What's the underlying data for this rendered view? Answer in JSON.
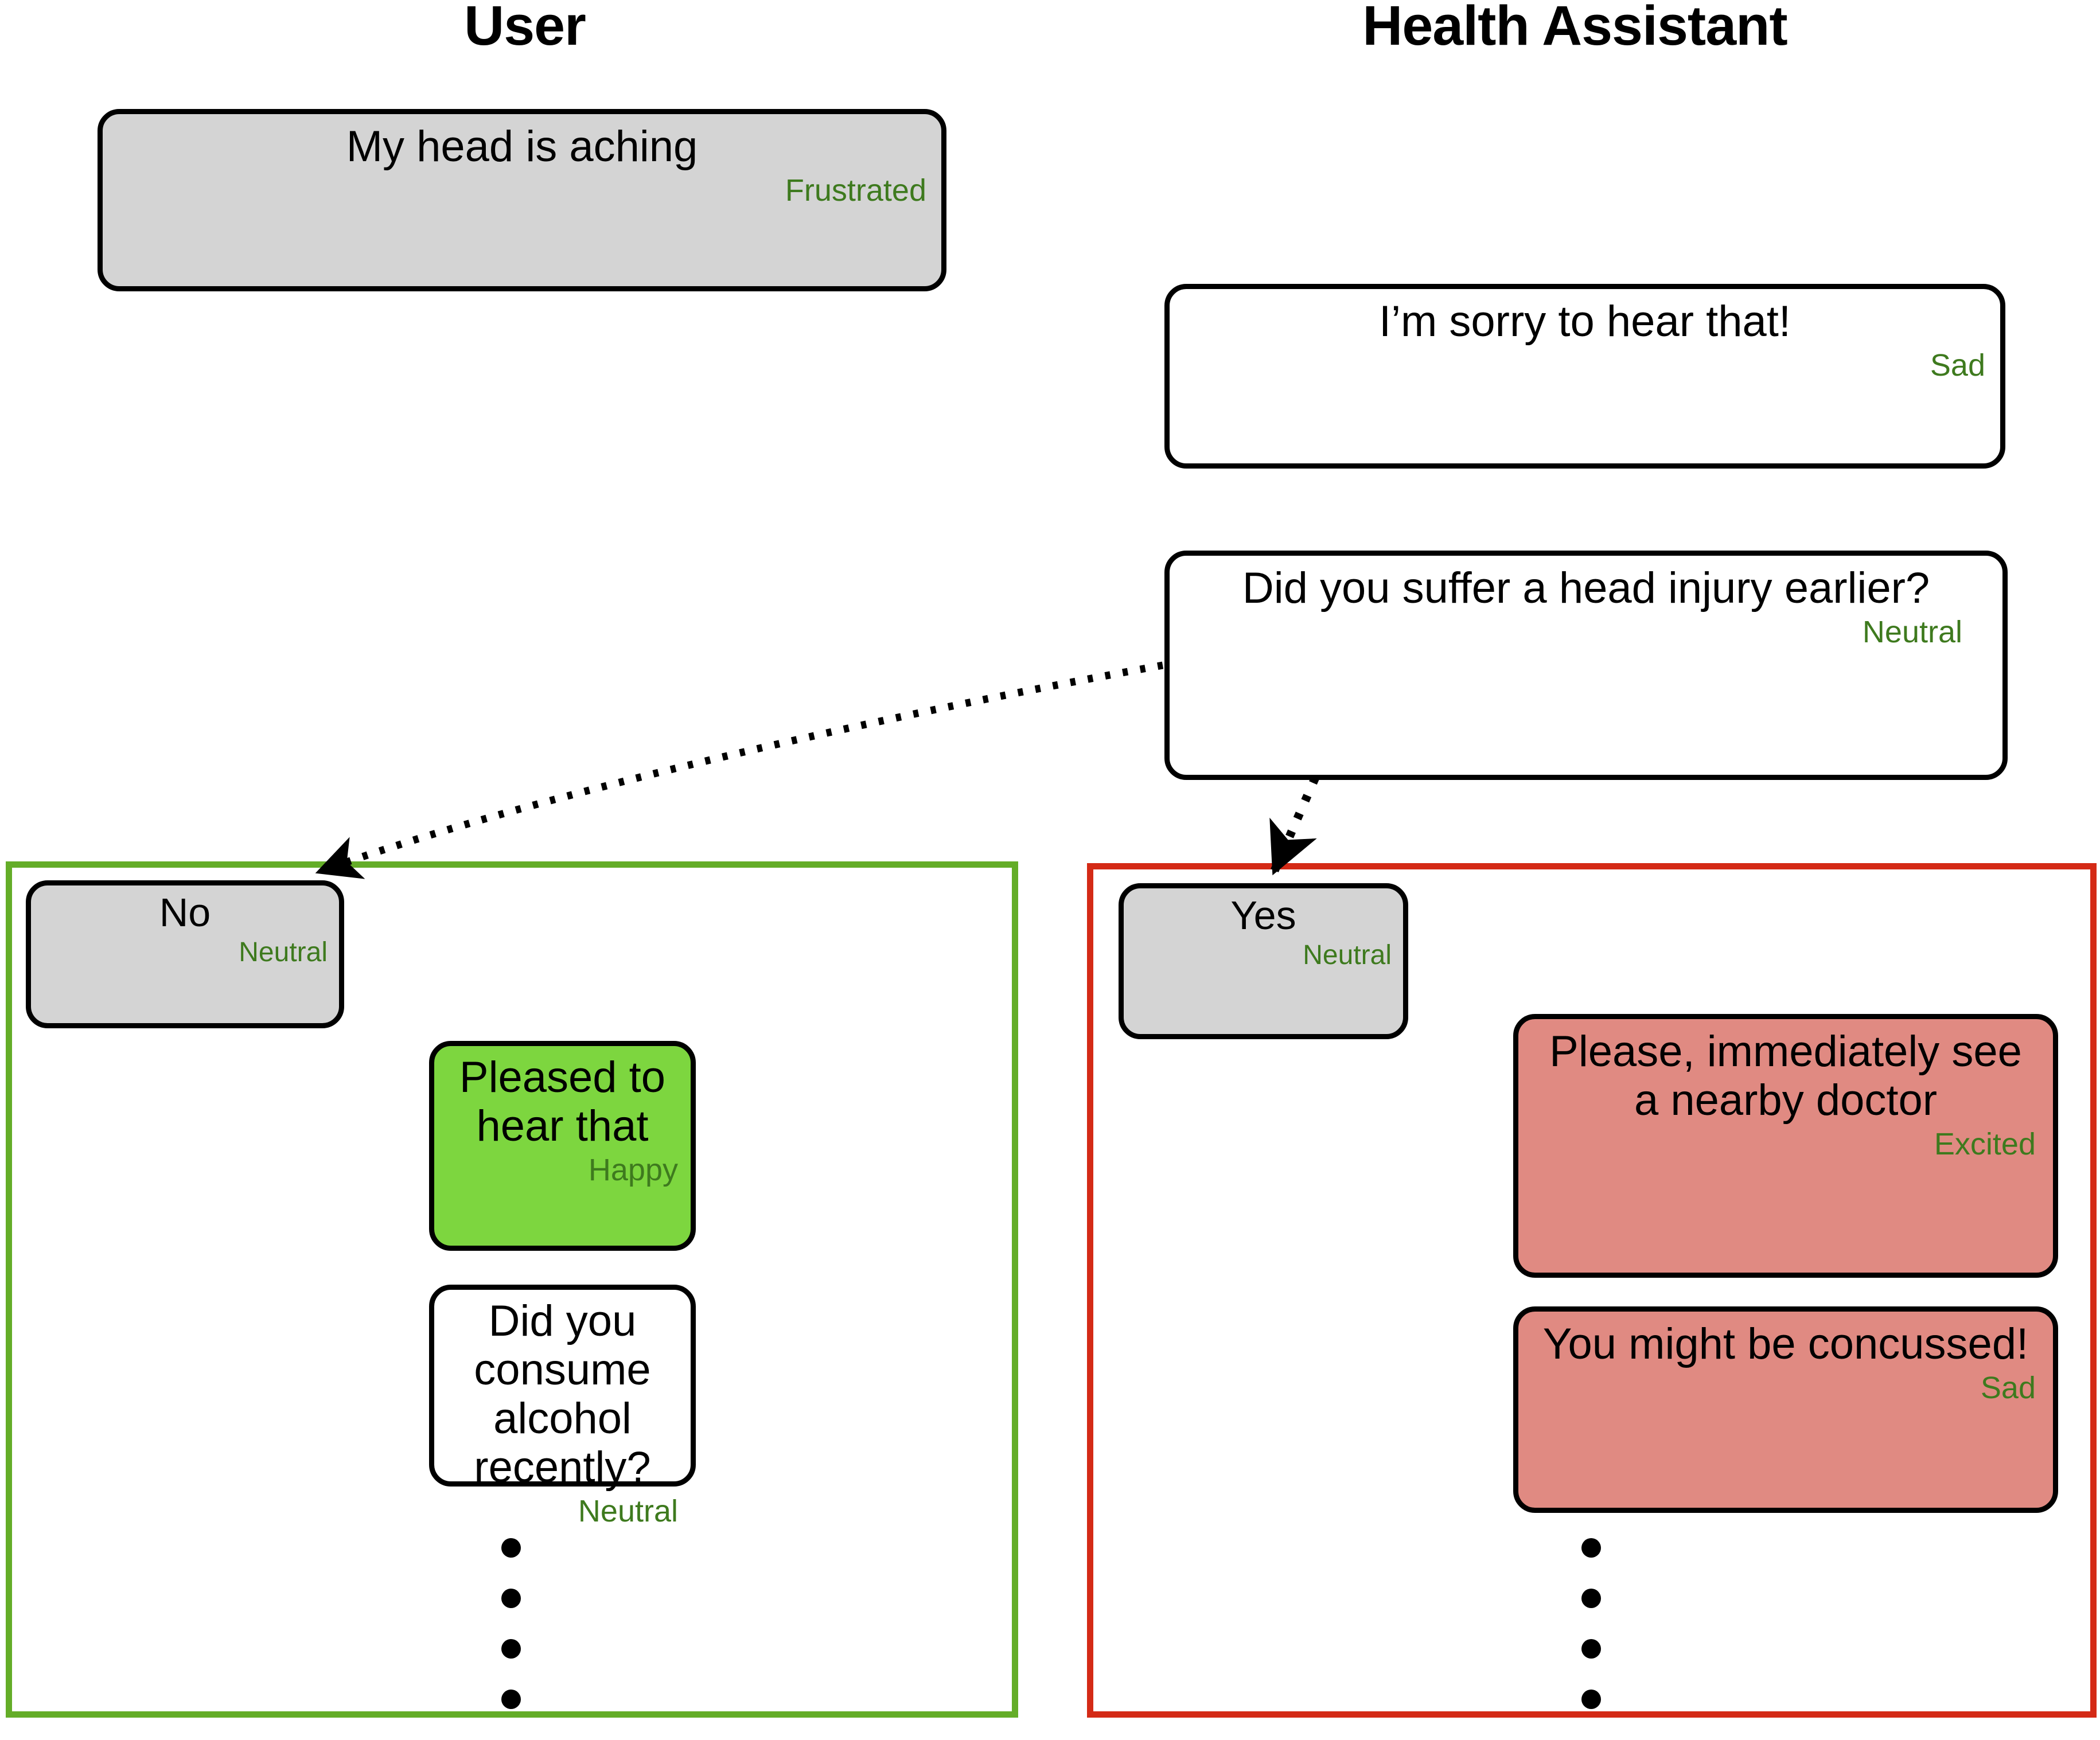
{
  "diagram": {
    "title_columns": [
      "User",
      "Health Assistant"
    ],
    "emotion_label_color": "#3E7A1E",
    "branch_ok_color": "#64AD28",
    "branch_alert_color": "#D42A16",
    "user_bubble_color": "#D4D4D4",
    "happy_bubble_color": "#7DD63F",
    "alert_bubble_color": "#E08A82"
  },
  "headers": {
    "user": "User",
    "assistant": "Health Assistant"
  },
  "turns": {
    "user_opening": {
      "text": "My head is aching",
      "emotion": "Frustrated"
    },
    "assistant_sorry": {
      "text": "I’m sorry to hear that!",
      "emotion": "Sad"
    },
    "assistant_question": {
      "text": "Did you suffer a head injury earlier?",
      "emotion": "Neutral"
    }
  },
  "branch_no": {
    "user_reply": {
      "text": "No",
      "emotion": "Neutral"
    },
    "assistant_pleased": {
      "text": "Pleased to hear that",
      "emotion": "Happy"
    },
    "assistant_followup": {
      "text": "Did you consume alcohol recently?",
      "emotion": "Neutral"
    },
    "continuation": "vertical-ellipsis"
  },
  "branch_yes": {
    "user_reply": {
      "text": "Yes",
      "emotion": "Neutral"
    },
    "assistant_urgent": {
      "text": "Please, immediately see a nearby doctor",
      "emotion": "Excited"
    },
    "assistant_diagnosis": {
      "text": "You might be concussed!",
      "emotion": "Sad"
    },
    "continuation": "vertical-ellipsis"
  },
  "connectors": [
    {
      "from": "assistant_question",
      "to": "branch_no.user_reply",
      "style": "dotted-curved-arrow"
    },
    {
      "from": "assistant_question",
      "to": "branch_yes.user_reply",
      "style": "dotted-straight-arrow"
    }
  ]
}
